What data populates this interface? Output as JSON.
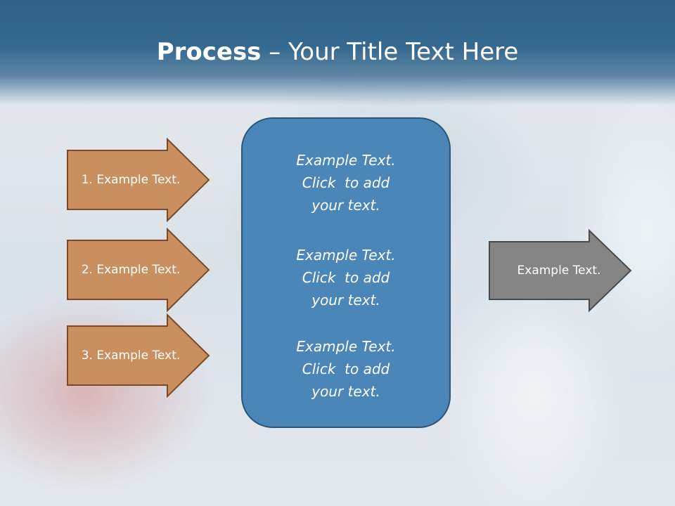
{
  "slide": {
    "title_bold": "Process",
    "title_rest": " – Your Title Text Here"
  },
  "left_arrows": [
    {
      "label": "1. Example Text."
    },
    {
      "label": "2. Example Text."
    },
    {
      "label": "3. Example Text."
    }
  ],
  "center_box": {
    "blocks": [
      {
        "lines": [
          "Example Text.",
          "Click  to add",
          "your text."
        ]
      },
      {
        "lines": [
          "Example Text.",
          "Click  to add",
          "your text."
        ]
      },
      {
        "lines": [
          "Example Text.",
          "Click  to add",
          "your text."
        ]
      }
    ]
  },
  "right_arrow": {
    "label": "Example Text."
  },
  "colors": {
    "header": "#2f6188",
    "left_arrow_fill": "#c98f5f",
    "center_box_fill": "#4a87b8",
    "right_arrow_fill": "#858585"
  }
}
